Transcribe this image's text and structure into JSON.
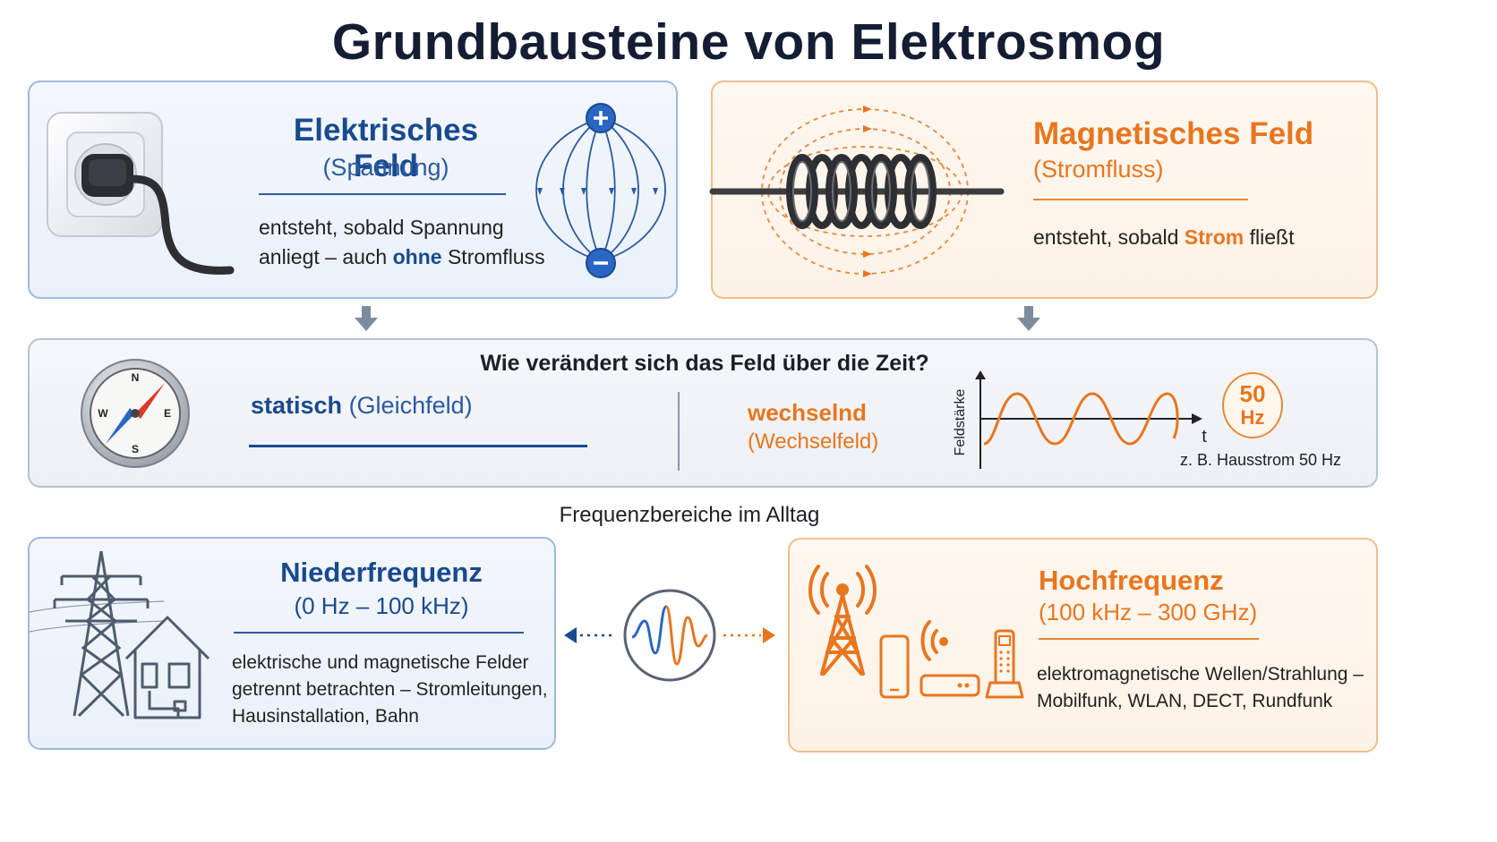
{
  "title": "Grundbausteine von Elektrosmog",
  "electric": {
    "heading": "Elektrisches Feld",
    "subheading": "(Spannung)",
    "text_before": "entsteht, sobald Spannung anliegt – auch ",
    "text_emphasis": "ohne",
    "text_after": " Stromfluss"
  },
  "magnetic": {
    "heading": "Magnetisches Feld",
    "subheading": "(Stromfluss)",
    "text_before": "entsteht, sobald ",
    "text_emphasis": "Strom",
    "text_after": " fließt"
  },
  "time": {
    "question": "Wie verändert sich das Feld über die Zeit?",
    "static_label": "statisch",
    "static_paren": "(Gleichfeld)",
    "alternating_label": "wechselnd",
    "alternating_paren": "(Wechselfeld)",
    "axis_y_label": "Feldstärke",
    "axis_x_label": "t",
    "freq_badge_value": "50",
    "freq_badge_unit": "Hz",
    "example": "z. B. Hausstrom 50 Hz"
  },
  "compass": {
    "n": "N",
    "s": "S",
    "e": "E",
    "w": "W"
  },
  "frequencies": {
    "heading": "Frequenzbereiche im Alltag",
    "low": {
      "heading": "Niederfrequenz",
      "range": "(0 Hz – 100 kHz)",
      "text": "elektrische und magnetische Felder getrennt betrachten – Stromleitungen, Hausinstallation, Bahn"
    },
    "high": {
      "heading": "Hochfrequenz",
      "range": "(100 kHz – 300 GHz)",
      "text": "elektromagnetische Wellen/Strahlung – Mobilfunk, WLAN, DECT, Rundfunk"
    }
  },
  "colors": {
    "blue_accent": "#1a4a8e",
    "orange_accent": "#e8761f",
    "title": "#141d33"
  },
  "icons": [
    "socket-plug-icon",
    "field-lines-icon",
    "coil-icon",
    "compass-icon",
    "sine-graph-icon",
    "wave-circle-icon",
    "power-pylon-icon",
    "house-icon",
    "cell-tower-icon",
    "smartphone-icon",
    "wifi-router-icon",
    "dect-phone-icon"
  ]
}
